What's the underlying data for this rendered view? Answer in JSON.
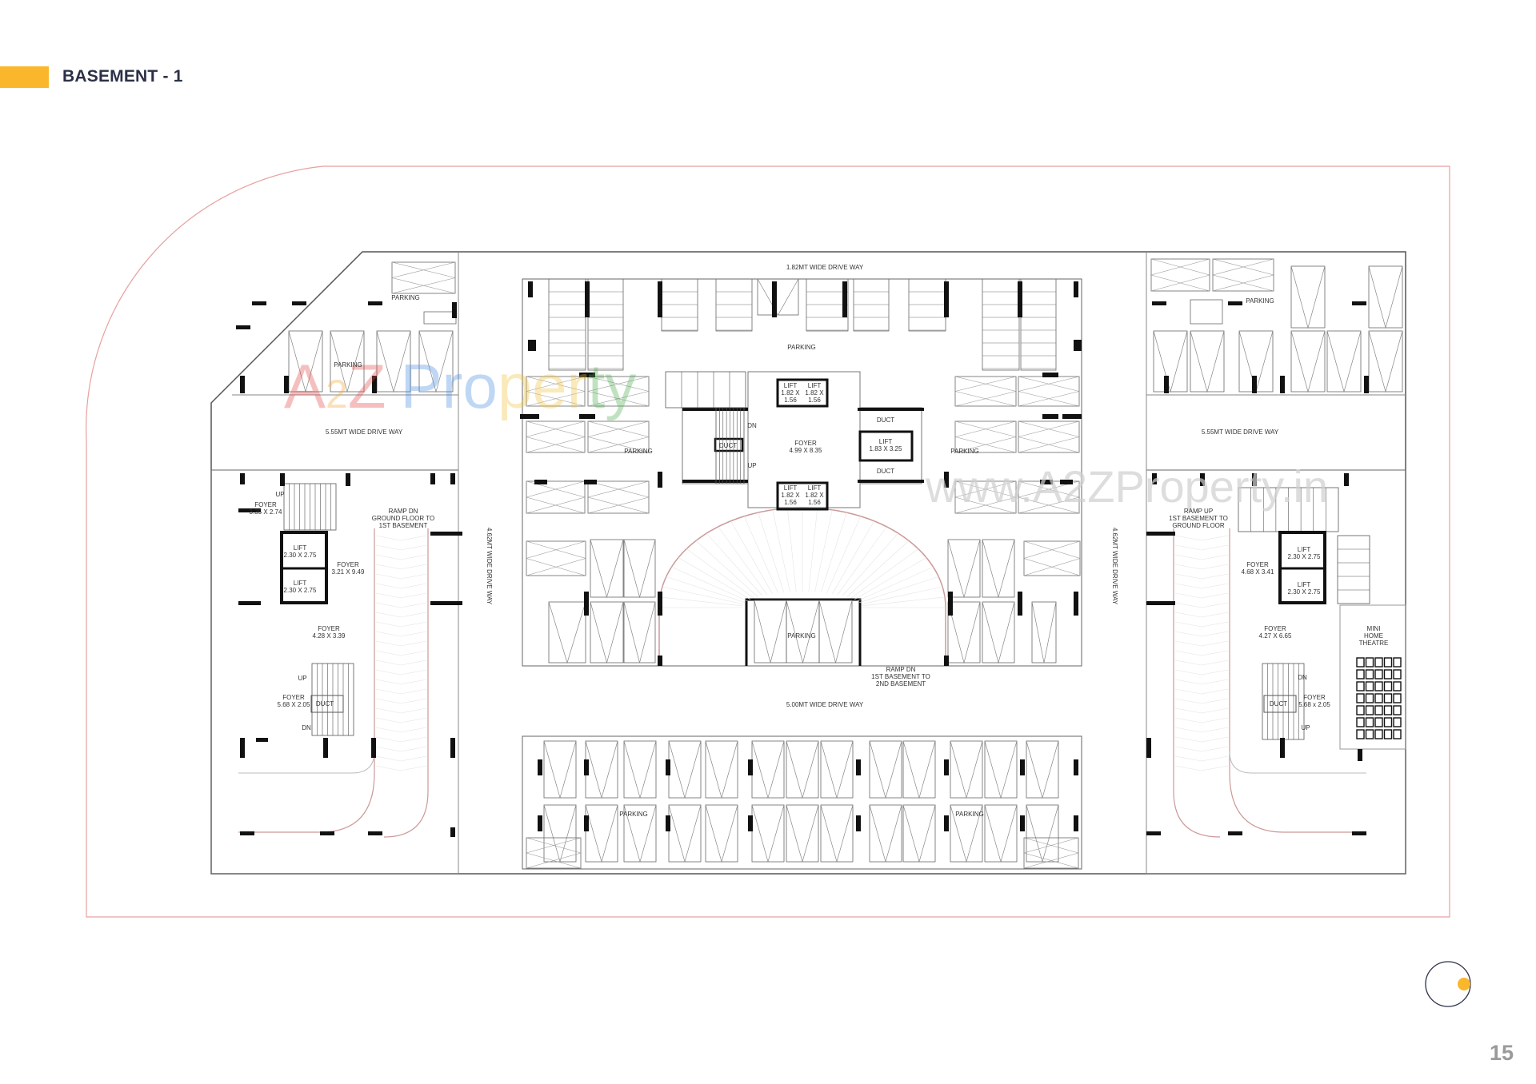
{
  "header": {
    "title": "BASEMENT - 1",
    "accent_color": "#fbb72c"
  },
  "footer": {
    "page_number": "15",
    "compass_icon": "north-indicator-icon"
  },
  "colors": {
    "site_boundary": "#e8a0a0",
    "wall": "#111111",
    "line": "#777777",
    "title_text": "#2b3047"
  },
  "watermark": {
    "brand_a": "A",
    "brand_2": "2",
    "brand_z": "Z",
    "brand_p": "Pro",
    "brand_per": "per",
    "brand_ty": "ty",
    "url": "www.A2ZProperty.in"
  },
  "labels": {
    "top_driveway": "1.82MT WIDE DRIVE WAY",
    "central_parking": "PARKING",
    "left_driveway": "5.55MT WIDE DRIVE WAY",
    "right_driveway": "5.55MT WIDE DRIVE WAY",
    "left_vertical_driveway": "4.62MT WIDE DRIVE WAY",
    "right_vertical_driveway": "4.62MT WIDE DRIVE WAY",
    "bottom_driveway": "5.00MT WIDE DRIVE WAY",
    "ramp_center": [
      "RAMP DN",
      "1ST BASEMENT TO",
      "2ND BASEMENT"
    ],
    "central_foyer": [
      "FOYER",
      "4.99 X 8.35"
    ],
    "lift_top_1": [
      "LIFT",
      "1.82 X",
      "1.56"
    ],
    "lift_top_2": [
      "LIFT",
      "1.82 X",
      "1.56"
    ],
    "lift_bottom_1": [
      "LIFT",
      "1.82 X",
      "1.56"
    ],
    "lift_bottom_2": [
      "LIFT",
      "1.82 X",
      "1.56"
    ],
    "lift_right": [
      "LIFT",
      "1.83 X 3.25"
    ],
    "duct_top": "DUCT",
    "duct_bottom": "DUCT",
    "duct_stair": "DUCT",
    "stair_dn": "DN",
    "stair_up": "UP",
    "parking_small_left": "PARKING",
    "parking_small_right": "PARKING",
    "parking_ramp": "PARKING",
    "parking_bottom_left": "PARKING",
    "parking_bottom_right": "PARKING",
    "parking_topleft_1": "PARKING",
    "parking_topleft_2": "PARKING",
    "parking_topright": "PARKING",
    "left_foyer_1": [
      "FOYER",
      "3.35 X 2.74"
    ],
    "left_up_1": "UP",
    "left_ramp": [
      "RAMP DN",
      "GROUND FLOOR TO",
      "1ST BASEMENT"
    ],
    "left_lift_1": [
      "LIFT",
      "2.30 X 2.75"
    ],
    "left_lift_2": [
      "LIFT",
      "2.30 X 2.75"
    ],
    "left_foyer_2": [
      "FOYER",
      "3.21 X 9.49"
    ],
    "left_foyer_3": [
      "FOYER",
      "4.28 X 3.39"
    ],
    "left_up_2": "UP",
    "left_foyer_4": [
      "FOYER",
      "5.68 X 2.05"
    ],
    "left_duct": "DUCT",
    "left_dn": "DN",
    "right_ramp": [
      "RAMP UP",
      "1ST BASEMENT TO",
      "GROUND FLOOR"
    ],
    "right_foyer_1": [
      "FOYER",
      "4.68 X 3.41"
    ],
    "right_lift_1": [
      "LIFT",
      "2.30 X 2.75"
    ],
    "right_lift_2": [
      "LIFT",
      "2.30 X 2.75"
    ],
    "right_foyer_2": [
      "FOYER",
      "4.27 X 6.65"
    ],
    "mini_theatre": [
      "MINI",
      "HOME",
      "THEATRE"
    ],
    "right_dn": "DN",
    "right_foyer_3": [
      "FOYER",
      "5.68 x 2.05"
    ],
    "right_duct": "DUCT",
    "right_up": "UP"
  }
}
